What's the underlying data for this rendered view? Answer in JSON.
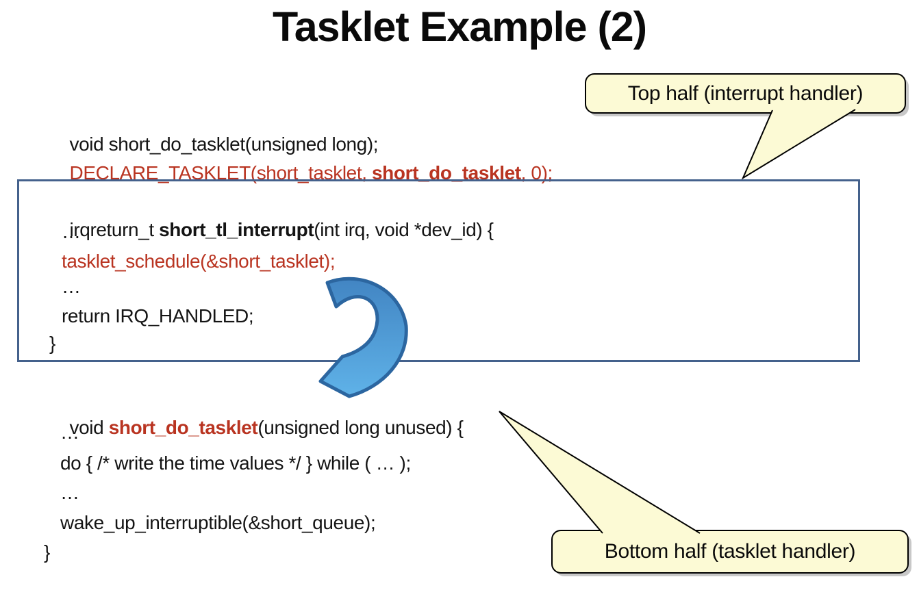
{
  "title": "Tasklet Example (2)",
  "colors": {
    "code_red": "#b93421",
    "box_border": "#44618c",
    "callout_fill": "#fcfad5",
    "callout_border": "#000000",
    "arrow_fill_top": "#4285c3",
    "arrow_fill_bottom": "#5fb2e8",
    "arrow_stroke": "#2c66a0"
  },
  "declaration_code": {
    "line1": "void short_do_tasklet(unsigned long);",
    "line2": {
      "prefix": "DECLARE_TASKLET(short_tasklet, ",
      "bold": "short_do_tasklet",
      "suffix": ", 0);"
    }
  },
  "irq_handler": {
    "line1": {
      "prefix": "irqreturn_t ",
      "bold": "short_tl_interrupt",
      "suffix": "(int irq, void *dev_id) {"
    },
    "line2": "…",
    "line3": "tasklet_schedule(&short_tasklet);",
    "line4": "…",
    "line5": "return IRQ_HANDLED;",
    "line6": "}"
  },
  "tasklet_handler": {
    "line1": {
      "prefix": "void ",
      "bold": "short_do_tasklet",
      "suffix": "(unsigned long unused) {"
    },
    "line2": "…",
    "line3": "do { /* write the time values */ } while ( … );",
    "line4": "…",
    "line5": "wake_up_interruptible(&short_queue);",
    "line6": "}"
  },
  "callouts": {
    "top_half": "Top half (interrupt handler)",
    "bottom_half": "Bottom half (tasklet handler)"
  }
}
